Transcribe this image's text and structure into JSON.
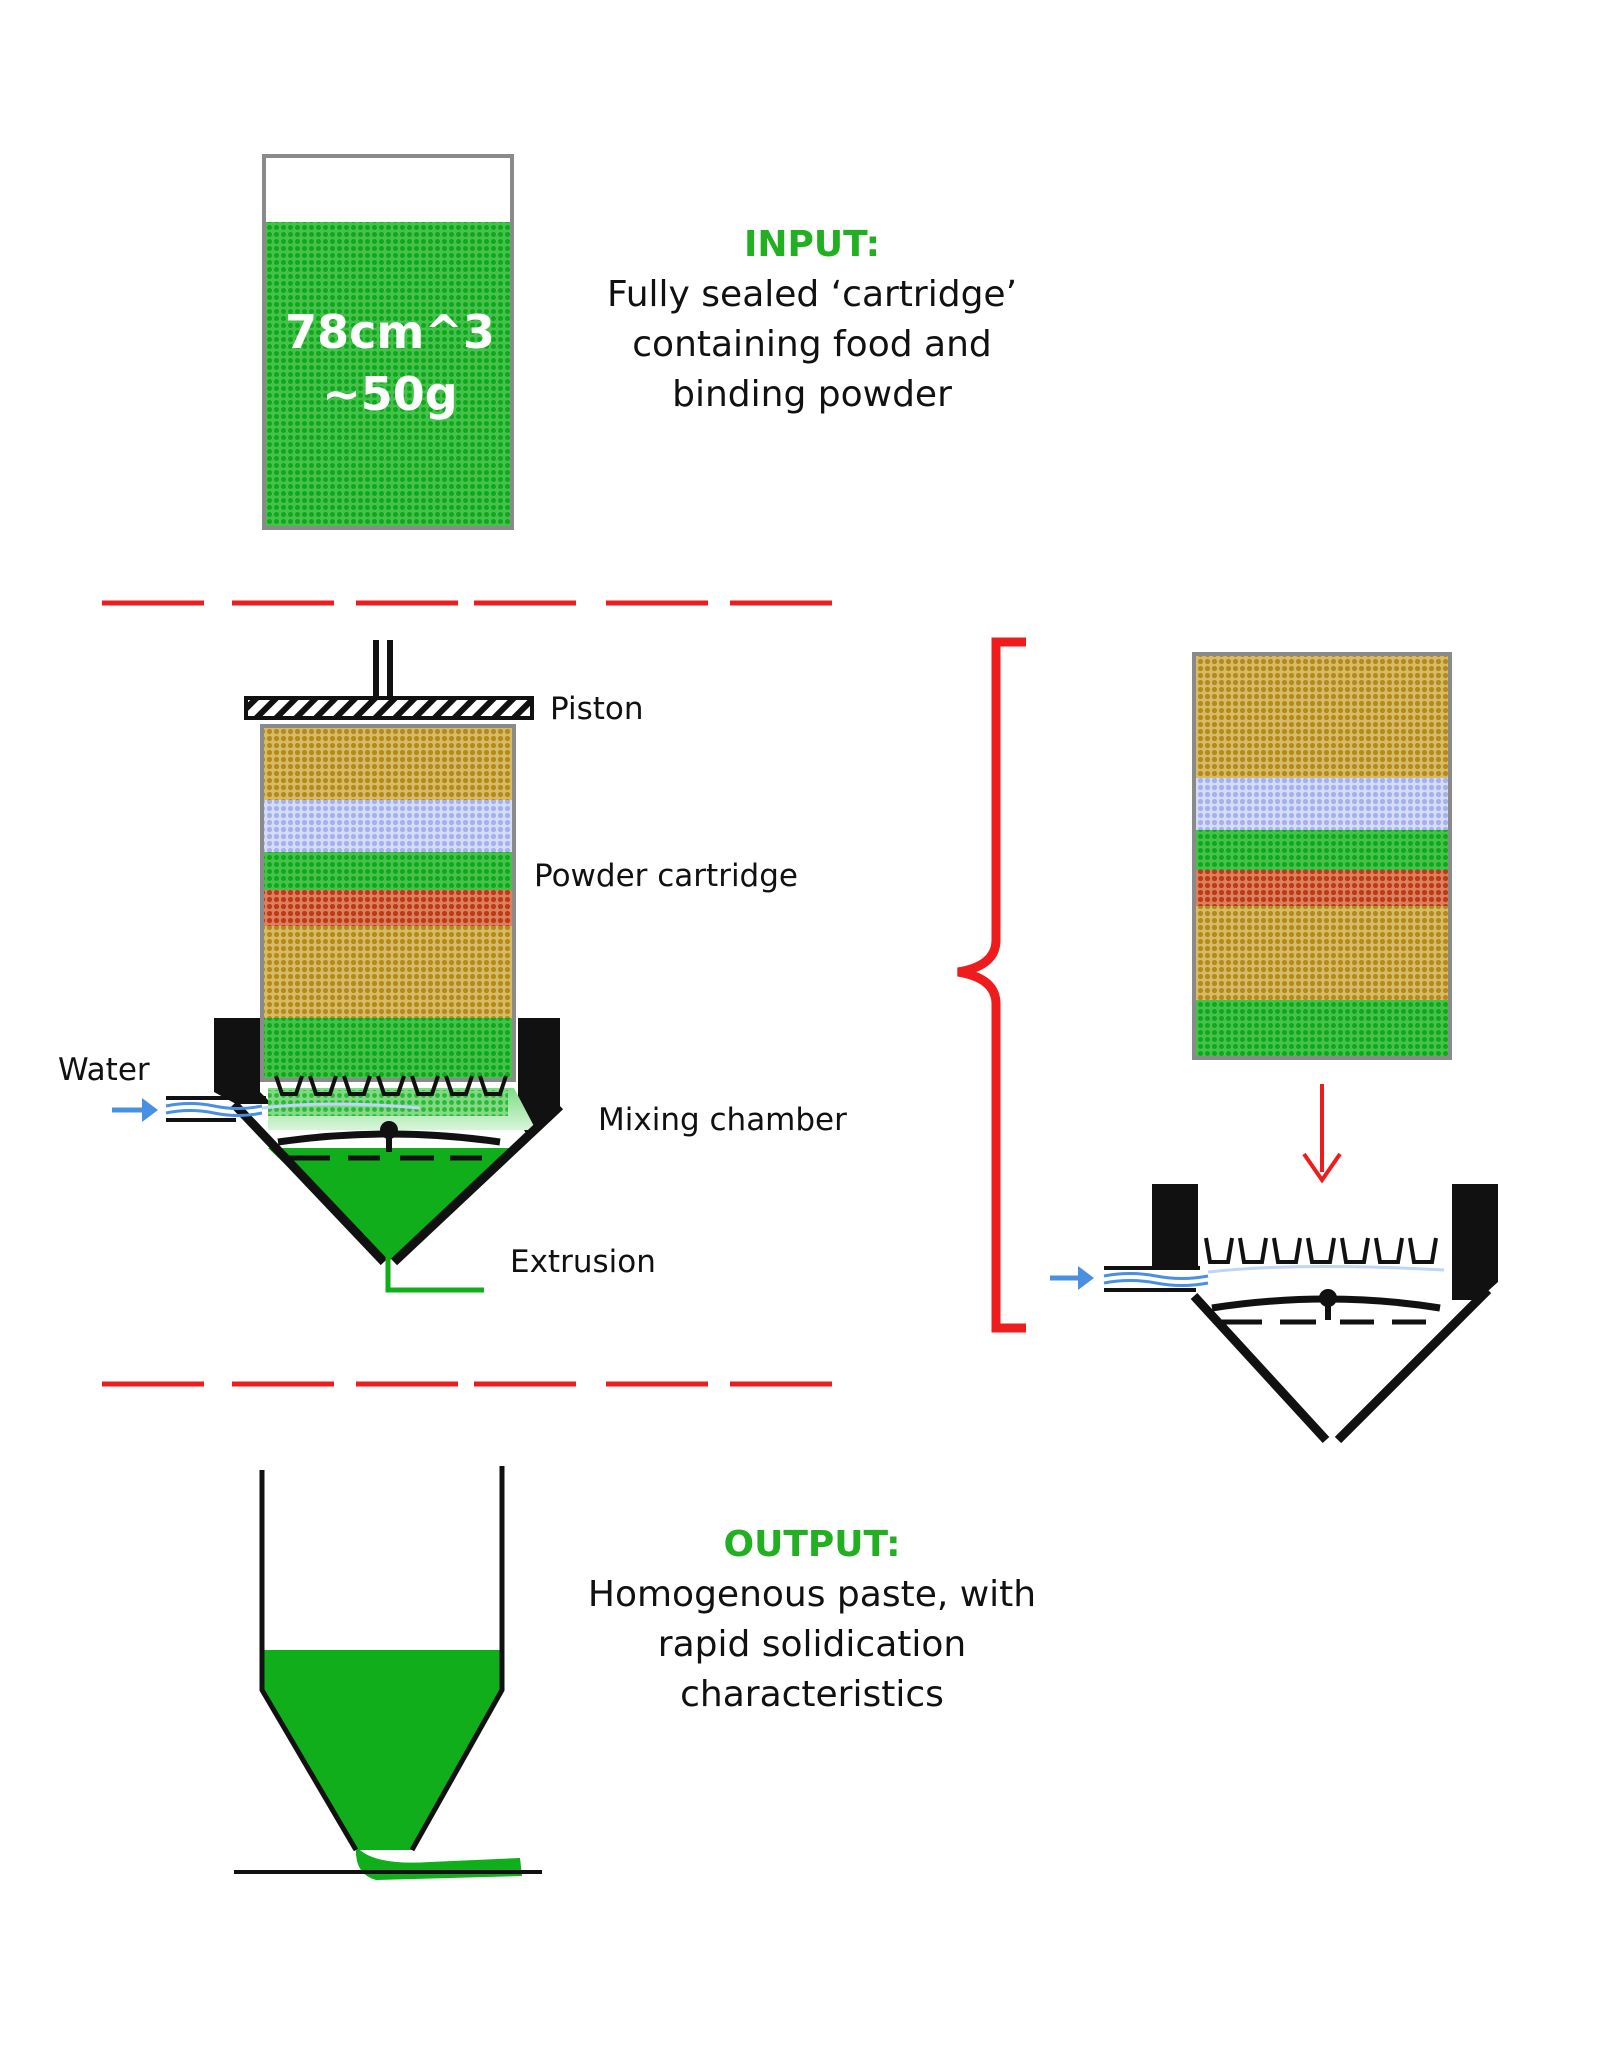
{
  "input": {
    "heading": "INPUT:",
    "lines": [
      "Fully sealed ‘cartridge’",
      "containing food and",
      "binding powder"
    ]
  },
  "cartridge": {
    "volume": "78cm^3",
    "mass": "~50g"
  },
  "labels": {
    "piston": "Piston",
    "powder_cartridge": "Powder cartridge",
    "water": "Water",
    "mixing_chamber": "Mixing chamber",
    "extrusion": "Extrusion"
  },
  "output": {
    "heading": "OUTPUT:",
    "lines": [
      "Homogenous paste, with",
      "rapid solidication",
      "characteristics"
    ]
  },
  "colors": {
    "food_green": "#0fae1a",
    "header_green": "#22b022",
    "divider_red": "#ee1c1c",
    "water_blue": "#4a90e2",
    "layer_ochre": "#c29a2a",
    "layer_lavender": "#aab6ee",
    "layer_rust": "#c2461e",
    "frame_black": "#111111"
  }
}
